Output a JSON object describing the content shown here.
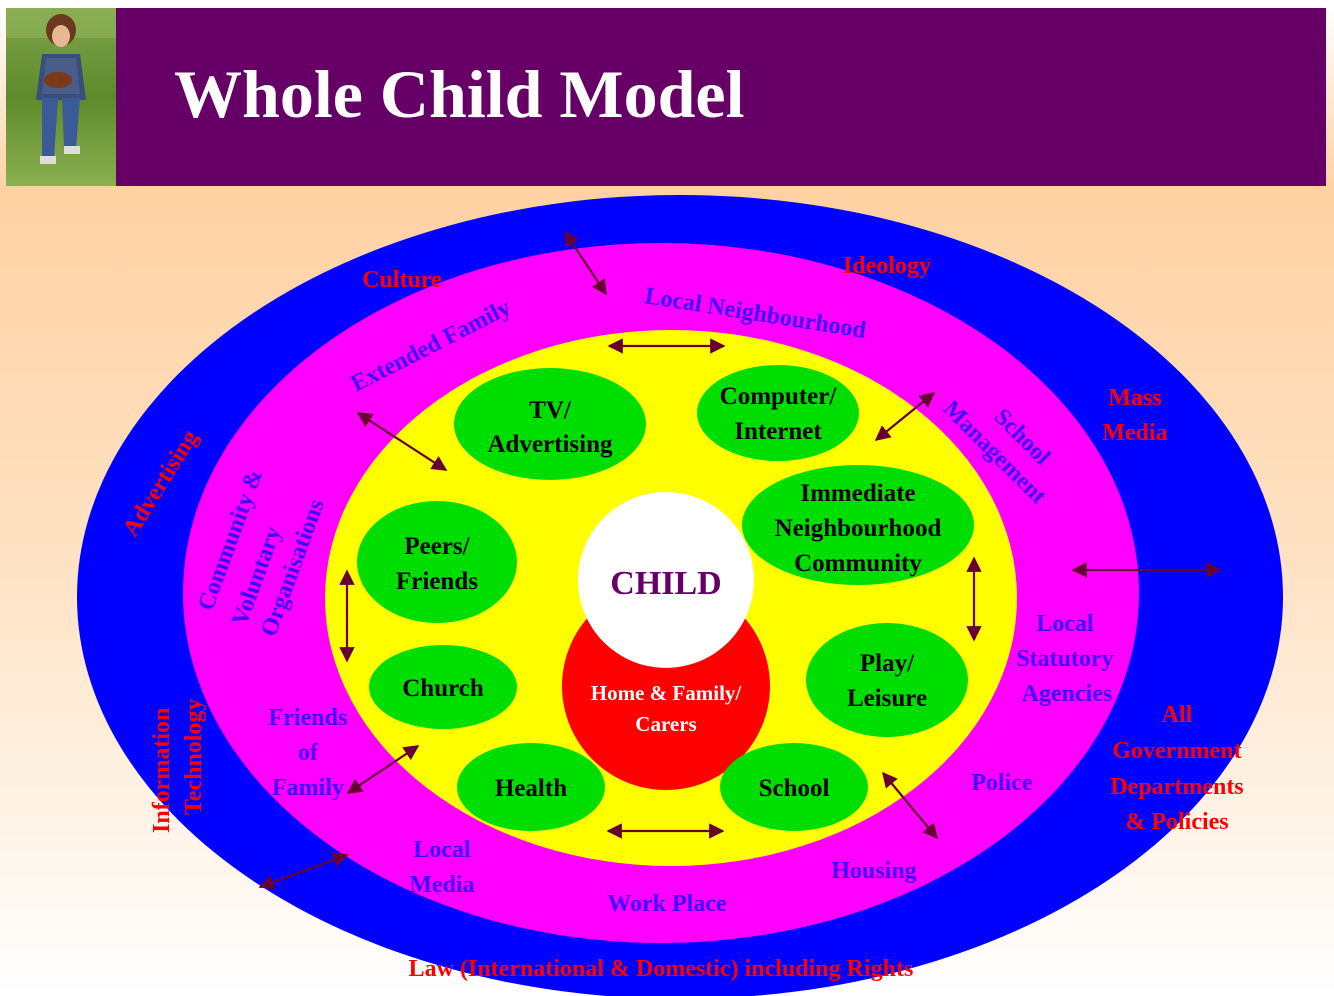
{
  "slide": {
    "title": "Whole Child Model",
    "photo": "child-running-photo"
  },
  "colors": {
    "banner": "#660066",
    "outer_ring": "#0000ff",
    "middle_ring": "#ff00ff",
    "inner_area": "#ffff00",
    "bubble": "#00dd00",
    "child": "#ffffff",
    "home": "#ff0000",
    "outer_text": "#ff0000",
    "ring_text": "#4400ff"
  },
  "center": {
    "child": "CHILD",
    "home_line1": "Home & Family/",
    "home_line2": "Carers"
  },
  "inner_bubbles": {
    "tv": [
      "TV/",
      "Advertising"
    ],
    "computer": [
      "Computer/",
      "Internet"
    ],
    "neighbourhood": [
      "Immediate",
      "Neighbourhood",
      "Community"
    ],
    "peers": [
      "Peers/",
      "Friends"
    ],
    "church": [
      "Church"
    ],
    "play": [
      "Play/",
      "Leisure"
    ],
    "health": [
      "Health"
    ],
    "school": [
      "School"
    ]
  },
  "middle_ring": {
    "extended_family": "Extended Family",
    "local_neighbourhood": "Local Neighbourhood",
    "school_management": [
      "School",
      "Management"
    ],
    "community_voluntary": [
      "Community &",
      "Voluntary",
      "Organisations"
    ],
    "local_statutory": [
      "Local",
      "Statutory",
      "Agencies"
    ],
    "friends_of_family": [
      "Friends",
      "of",
      "Family"
    ],
    "police": "Police",
    "local_media": [
      "Local",
      "Media"
    ],
    "housing": "Housing",
    "work_place": "Work Place"
  },
  "outer_ring": {
    "culture": "Culture",
    "ideology": "Ideology",
    "mass_media": [
      "Mass",
      "Media"
    ],
    "advertising": "Advertising",
    "information_technology": [
      "Information",
      "Technology"
    ],
    "government": [
      "All",
      "Government",
      "Departments",
      "& Policies"
    ],
    "law": "Law (International & Domestic) including Rights"
  }
}
